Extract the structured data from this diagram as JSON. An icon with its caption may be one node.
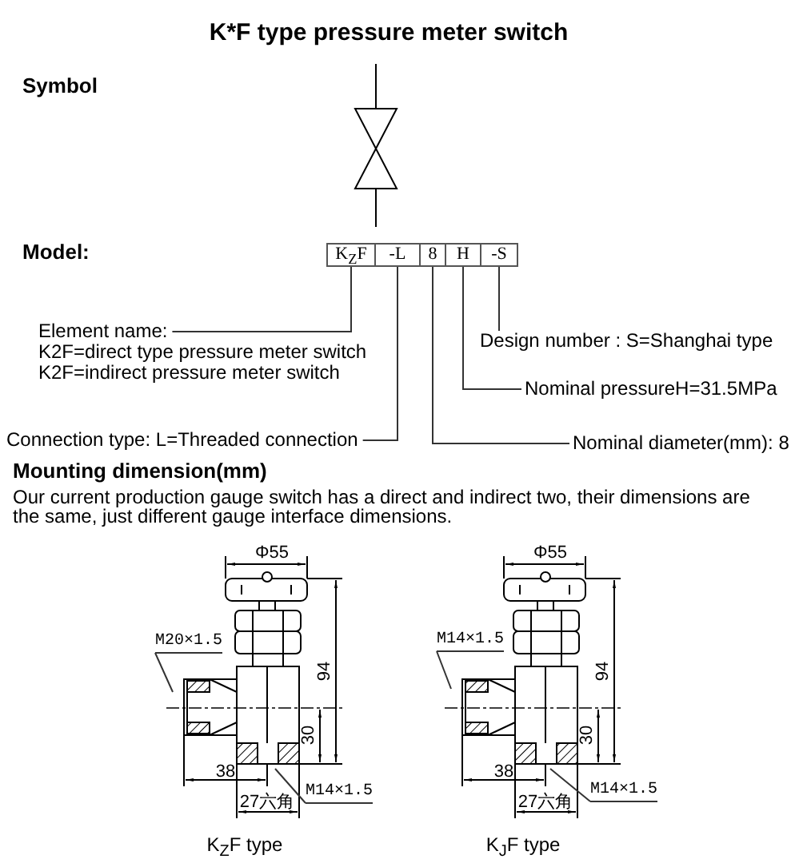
{
  "diagram": {
    "title": "K*F type pressure meter switch",
    "nodes": [
      {
        "text": [
          "K$_{Z}$F"
        ]
      },
      {
        "text": [
          "-L"
        ]
      },
      {
        "text": [
          "8"
        ]
      },
      {
        "text": [
          "H"
        ]
      },
      {
        "text": [
          "-S"
        ]
      },
      {
        "text": [
          "Element name:",
          "K2F=direct type pressure meter switch",
          "K2F=indirect pressure meter switch"
        ]
      },
      {
        "text": [
          "Connection type: L=Threaded connection"
        ]
      },
      {
        "text": [
          "Nominal diameter(mm): 8"
        ]
      },
      {
        "text": [
          "Nominal pressureH=31.5MPa"
        ]
      },
      {
        "text": [
          "Design number : S=Shanghai type"
        ]
      },
      {
        "text": [
          "M20×1.5"
        ]
      },
      {
        "text": [
          "M14×1.5"
        ]
      },
      {
        "text": [
          "M14×1.5"
        ]
      },
      {
        "text": [
          "M14×1.5"
        ]
      }
    ],
    "edges": [
      {
        "from": 5,
        "to": 0,
        "arrow": "none"
      },
      {
        "from": 6,
        "to": 1,
        "arrow": "none"
      },
      {
        "from": 7,
        "to": 2,
        "arrow": "none"
      },
      {
        "from": 8,
        "to": 3,
        "arrow": "none"
      },
      {
        "from": 9,
        "to": 4,
        "arrow": "none"
      },
      {
        "from": 10,
        "to": null,
        "arrow": "none"
      },
      {
        "from": 11,
        "to": null,
        "arrow": "none"
      },
      {
        "from": 12,
        "to": null,
        "arrow": "none"
      },
      {
        "from": 13,
        "to": null,
        "arrow": "none"
      }
    ],
    "labels": [
      "Symbol",
      "Model:",
      "Mounting dimension(mm)",
      "Our current production gauge switch has a direct and indirect two, their dimensions are the same, just different gauge interface dimensions.",
      "Φ55",
      "94",
      "30",
      "38",
      "27六角",
      "K$_{Z}$F type",
      "Φ55",
      "94",
      "30",
      "38",
      "27六角",
      "K$_{J}$F type"
    ]
  }
}
